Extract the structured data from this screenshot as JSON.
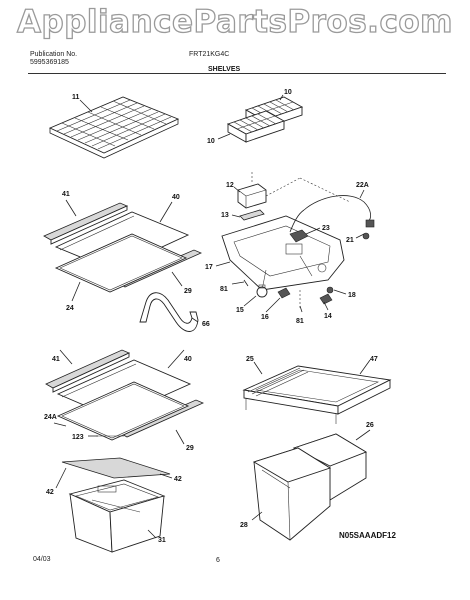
{
  "watermark": "AppliancePartsPros.com",
  "header": {
    "publication_label": "Publication No.",
    "publication_no": "5995369185",
    "model": "FRT21KG4C",
    "section_title": "SHELVES"
  },
  "callouts": {
    "c11": "11",
    "c10a": "10",
    "c10b": "10",
    "c41a": "41",
    "c40a": "40",
    "c24": "24",
    "c29a": "29",
    "c12": "12",
    "c13": "13",
    "c22a": "22A",
    "c23": "23",
    "c21": "21",
    "c17": "17",
    "c81a": "81",
    "c15": "15",
    "c16": "16",
    "c81b": "81",
    "c18": "18",
    "c14": "14",
    "c66": "66",
    "c41b": "41",
    "c40b": "40",
    "c24a": "24A",
    "c123": "123",
    "c29b": "29",
    "c42a": "42",
    "c42b": "42",
    "c31": "31",
    "c25": "25",
    "c47": "47",
    "c26": "26",
    "c28": "28"
  },
  "footer": {
    "date": "04/03",
    "page": "6",
    "drawing_code": "N05SAAADF12"
  }
}
